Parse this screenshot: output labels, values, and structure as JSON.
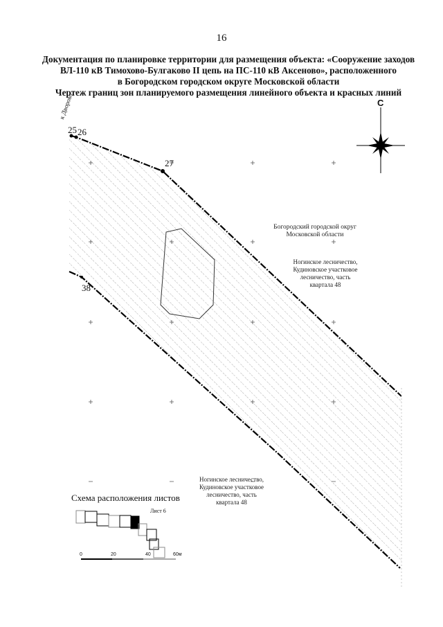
{
  "page_number": "16",
  "title_lines": [
    "Документация по планировке территории для размещения объекта: «Сооружение заходов",
    "ВЛ-110 кВ Тимохово-Булгаково II цепь на ПС-110 кВ Аксеново», расположенного",
    "в Богородском городском округе Московской области",
    "Чертеж границ зон планируемого размещения линейного объекта и красных линий"
  ],
  "compass": {
    "north_label": "С"
  },
  "road_label": "к Дворово",
  "points": {
    "p25": "25",
    "p26": "26",
    "p27": "27",
    "p38": "38"
  },
  "labels": {
    "district": [
      "Богородский городской округ",
      "Московской области"
    ],
    "forestry_upper": [
      "Ногинское лесничество,",
      "Кудиновское участковое",
      "лесничество, часть",
      "квартала 48"
    ],
    "forestry_lower": [
      "Ногинское лесничество,",
      "Кудиновское участковое",
      "лесничество, часть",
      "квартала 48"
    ]
  },
  "schema": {
    "title": "Схема расположения листов",
    "sheet_label": "Лист 6",
    "scale_ticks": [
      "0",
      "20",
      "40",
      "60м"
    ]
  }
}
